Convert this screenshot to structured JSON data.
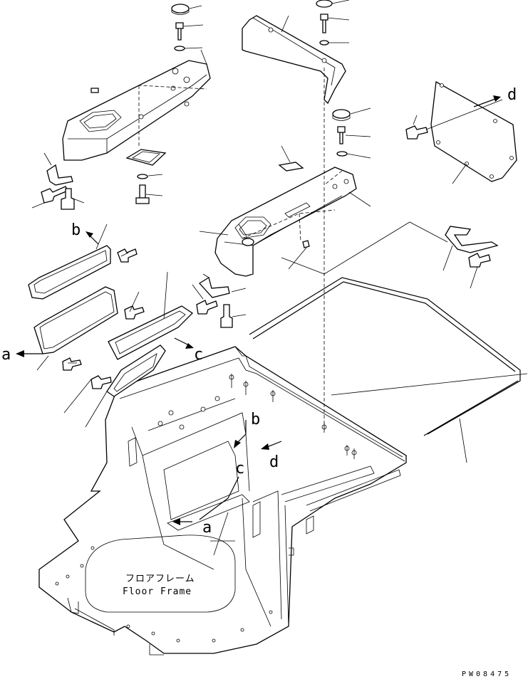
{
  "figure": {
    "part_label_jp": "フロアフレーム",
    "part_label_en": "Floor Frame",
    "drawing_code": "PW08475"
  },
  "reference_letters": {
    "a_left": "a",
    "b_left": "b",
    "c_mid": "c",
    "d_right": "d",
    "b_inner": "b",
    "d_inner": "d",
    "c_inner": "c",
    "a_inner": "a"
  }
}
